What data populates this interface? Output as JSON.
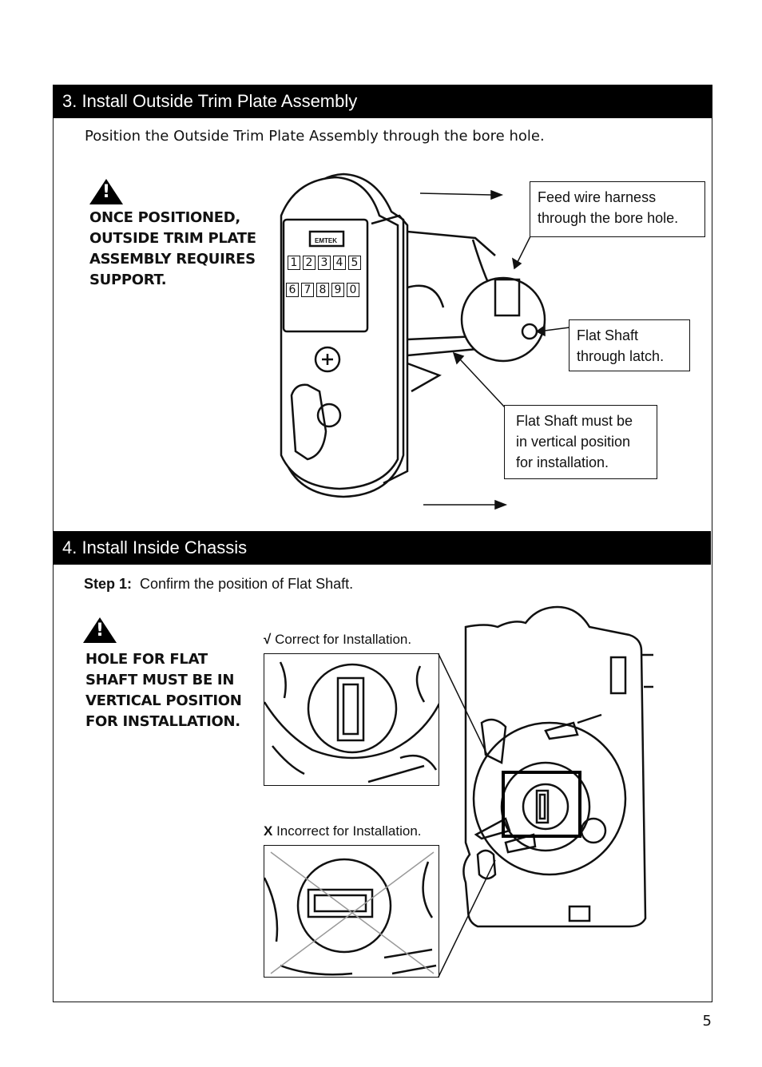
{
  "sections": {
    "s3": {
      "title": "3. Install Outside Trim Plate Assembly",
      "intro": "Position the Outside Trim Plate Assembly through the bore hole.",
      "warning_lines": [
        "ONCE POSITIONED,",
        "OUTSIDE TRIM PLATE",
        "ASSEMBLY REQUIRES",
        "SUPPORT."
      ],
      "callouts": {
        "wire": [
          "Feed wire harness",
          "through the bore hole."
        ],
        "shaft": [
          "Flat Shaft",
          "through latch."
        ],
        "vertical": [
          "Flat Shaft must be",
          "in vertical position",
          "for installation."
        ]
      },
      "keypad": {
        "brand": "EMTEK",
        "row1": [
          "1",
          "2",
          "3",
          "4",
          "5"
        ],
        "row2": [
          "6",
          "7",
          "8",
          "9",
          "0"
        ]
      }
    },
    "s4": {
      "title": "4. Install Inside Chassis",
      "step_label": "Step 1:",
      "step_text": "Confirm the position of Flat Shaft.",
      "warning_lines": [
        "HOLE FOR FLAT",
        "SHAFT MUST BE IN",
        "VERTICAL POSITION",
        "FOR INSTALLATION."
      ],
      "correct": {
        "mark": "√",
        "label": "Correct for Installation."
      },
      "incorrect": {
        "mark": "X",
        "label": "Incorrect for Installation."
      }
    }
  },
  "page_number": "5"
}
